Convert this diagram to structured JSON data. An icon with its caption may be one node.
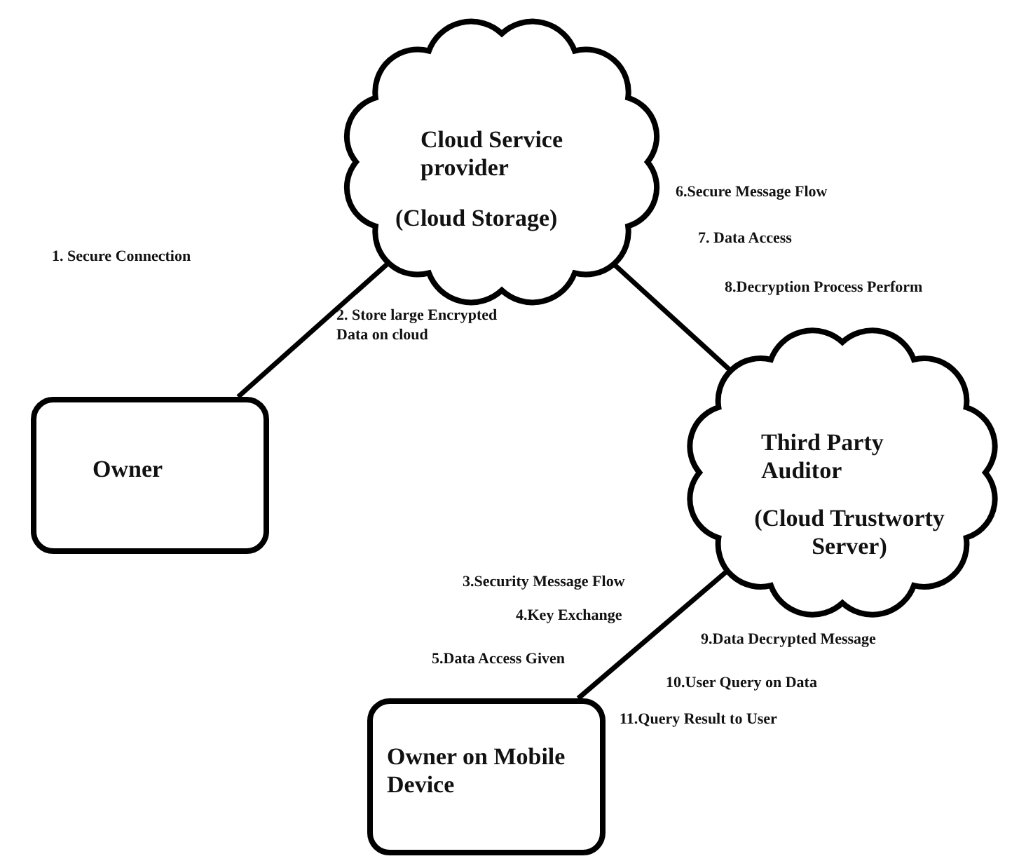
{
  "diagram": {
    "nodes": [
      {
        "text": [
          "Cloud Service provider",
          "(Cloud Storage)"
        ]
      },
      {
        "text": [
          "Owner"
        ]
      },
      {
        "text": [
          "Third Party Auditor",
          "(Cloud Trustworty Server)"
        ]
      },
      {
        "text": [
          "Owner on Mobile Device"
        ]
      }
    ],
    "edges": [
      {
        "from": 1,
        "to": 0,
        "arrow": "none"
      },
      {
        "from": 0,
        "to": 2,
        "arrow": "none"
      },
      {
        "from": 2,
        "to": 3,
        "arrow": "none"
      }
    ],
    "labels": [
      "6.Secure Message Flow",
      "1. Secure Connection",
      "7. Data Access",
      "8.Decryption Process Perform",
      "2. Store large Encrypted Data on cloud",
      "3.Security Message Flow",
      "4.Key Exchange",
      "9.Data Decrypted Message",
      "5.Data Access Given",
      "10.User Query on Data",
      "11.Query Result to User"
    ]
  }
}
